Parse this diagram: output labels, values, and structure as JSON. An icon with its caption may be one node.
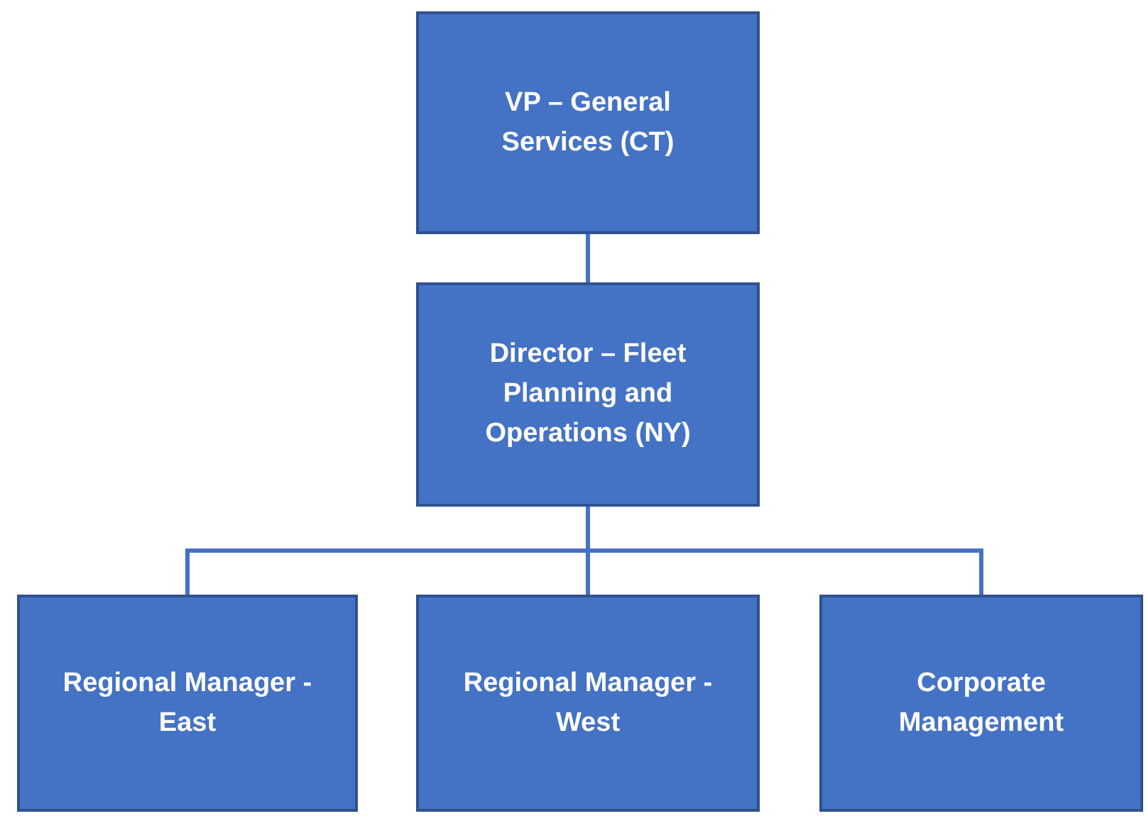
{
  "diagram": {
    "nodes": [
      {
        "text": [
          "VP – General Services (CT)"
        ]
      },
      {
        "text": [
          "Director – Fleet Planning and Operations (NY)"
        ]
      },
      {
        "text": [
          "Regional Manager - East"
        ]
      },
      {
        "text": [
          "Regional Manager - West"
        ]
      },
      {
        "text": [
          "Corporate Management"
        ]
      }
    ],
    "edges": [
      {
        "from": 0,
        "to": 1,
        "arrow": "none"
      },
      {
        "from": 1,
        "to": 2,
        "arrow": "none"
      },
      {
        "from": 1,
        "to": 3,
        "arrow": "none"
      },
      {
        "from": 1,
        "to": 4,
        "arrow": "none"
      }
    ]
  }
}
